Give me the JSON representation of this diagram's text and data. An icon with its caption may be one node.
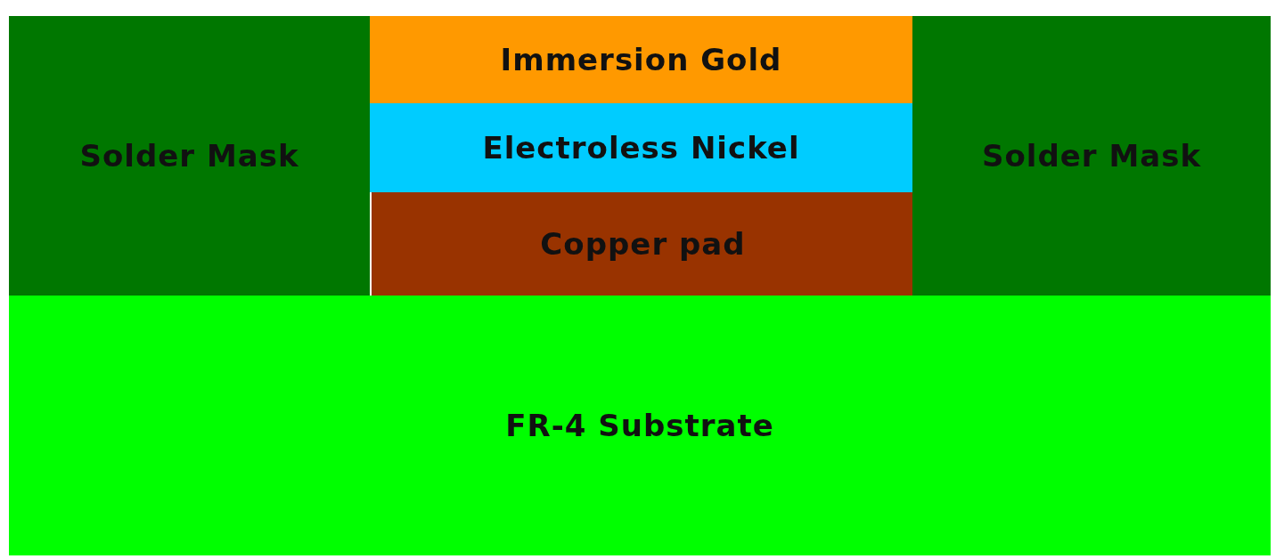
{
  "diagram": {
    "nodes": [
      {
        "text": [
          "Solder Mask"
        ]
      },
      {
        "text": [
          "Immersion Gold"
        ]
      },
      {
        "text": [
          "Electroless Nickel"
        ]
      },
      {
        "text": [
          "Copper pad"
        ]
      },
      {
        "text": [
          "Solder Mask"
        ]
      },
      {
        "text": [
          "FR-4 Substrate"
        ]
      }
    ]
  }
}
